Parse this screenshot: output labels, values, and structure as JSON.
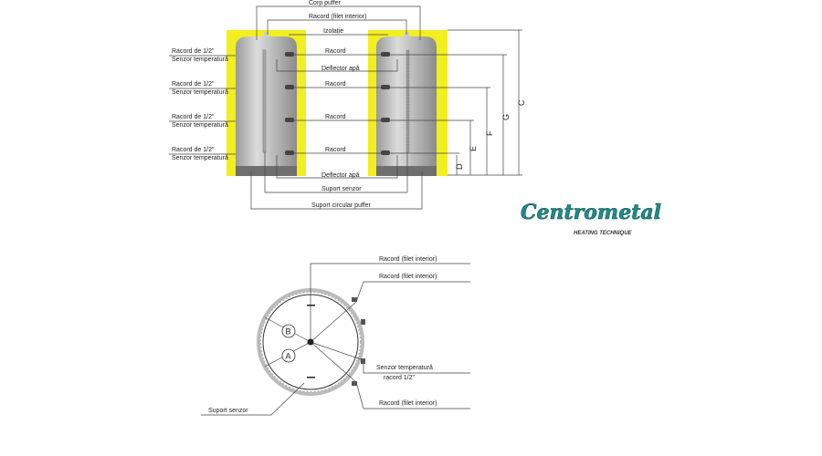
{
  "side_view": {
    "top": [
      "Corp puffer",
      "Racord (filet interior)",
      "Izolație"
    ],
    "left_labels": [
      {
        "a": "Racord de 1/2\"",
        "b": "Senzor temperatură"
      },
      {
        "a": "Racord de 1/2\"",
        "b": "Senzor temperatură"
      },
      {
        "a": "Racord de 1/2\"",
        "b": "Senzor temperatură"
      },
      {
        "a": "Racord de 1/2\"",
        "b": "Senzor temperatură"
      }
    ],
    "middle": [
      "Racord",
      "Deflector apă",
      "Racord",
      "Racord",
      "Racord",
      "Deflector apă"
    ],
    "bottom": [
      "Suport senzor",
      "Suport circular puffer"
    ],
    "dimensions": [
      "D",
      "E",
      "F",
      "G",
      "C"
    ]
  },
  "logo": {
    "name": "Centrometal",
    "tagline": "HEATING TECHNIQUE",
    "color": "#1f8c8c"
  },
  "top_view": {
    "labels": [
      "Racord (filet interior)",
      "Racord (filet interior)",
      "Senzor temperatură",
      "racord 1/2\"",
      "Racord (filet interior)",
      "Suport senzor"
    ],
    "markers": [
      "A",
      "B"
    ]
  },
  "colors": {
    "insulation": "#f3ee1e",
    "tank": "#c4c4c4",
    "base": "#6f6f6f"
  }
}
